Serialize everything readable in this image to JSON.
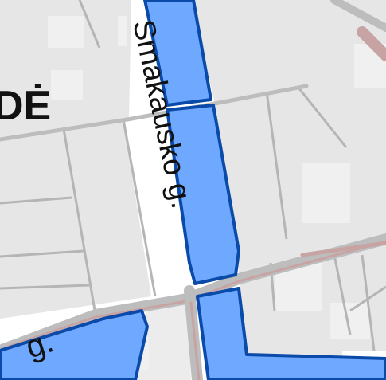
{
  "map": {
    "labels": {
      "street_main": "Smakausko g.",
      "district_fragment": "DĖ",
      "street_fragment": "g."
    },
    "colors": {
      "background": "#ffffff",
      "parcel_fill": "#e6e6e6",
      "parcel_border": "#b5b5b5",
      "building_fill": "#e9e9e9",
      "highlight_fill": "#6fa8ff",
      "highlight_stroke": "#0a4aa8",
      "road_main": "#bdbdbd",
      "road_accent": "#c8a3a3",
      "label_text": "#111111"
    }
  }
}
